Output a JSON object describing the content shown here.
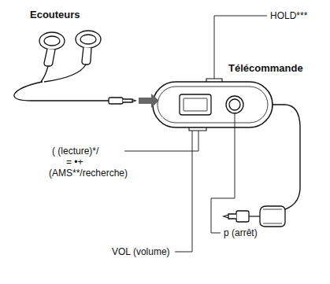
{
  "diagram": {
    "labels": [
      "Ecouteurs",
      "HOLD***",
      "Télécommande",
      "( (lecture)*/",
      "= •+",
      "(AMS**/recherche)",
      "p (arrêt)",
      "VOL (volume)"
    ]
  }
}
